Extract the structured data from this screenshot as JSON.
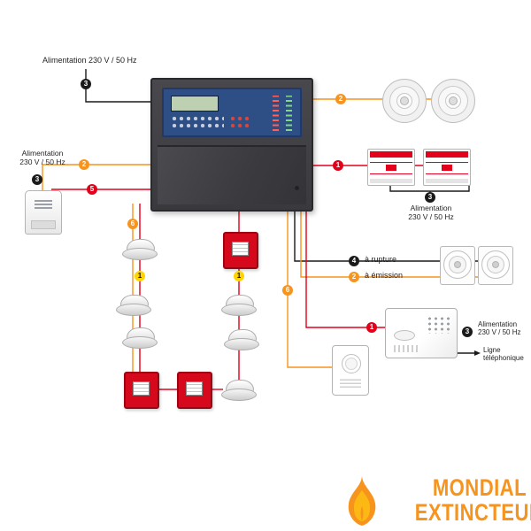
{
  "labels": {
    "power_top": "Alimentation 230 V / 50 Hz",
    "power_left": "Alimentation\n230 V / 50 Hz",
    "power_sounders": "Alimentation\n230 V / 50 Hz",
    "power_transmitter": "Alimentation\n230 V / 50 Hz",
    "phone_line": "Ligne\ntéléphonique",
    "contact_break": "à rupture",
    "contact_emission": "à émission"
  },
  "badges": [
    {
      "n": "3",
      "color": "#1a1a1a"
    },
    {
      "n": "3",
      "color": "#1a1a1a"
    },
    {
      "n": "2",
      "color": "#f7941d"
    },
    {
      "n": "5",
      "color": "#e2001a"
    },
    {
      "n": "6",
      "color": "#f7941d"
    },
    {
      "n": "1",
      "color": "#ffd400"
    },
    {
      "n": "2",
      "color": "#f7941d"
    },
    {
      "n": "1",
      "color": "#e2001a"
    },
    {
      "n": "3",
      "color": "#1a1a1a"
    },
    {
      "n": "4",
      "color": "#1a1a1a"
    },
    {
      "n": "2",
      "color": "#f7941d"
    },
    {
      "n": "6",
      "color": "#f7941d"
    },
    {
      "n": "1",
      "color": "#ffd400"
    },
    {
      "n": "1",
      "color": "#e2001a"
    },
    {
      "n": "3",
      "color": "#1a1a1a"
    }
  ],
  "logo": {
    "line1": "MONDIAL",
    "line2": "EXTINCTEUR",
    "color": "#f7941d"
  },
  "colors": {
    "wire_red": "#e2001a",
    "wire_orange": "#f7941d",
    "wire_black": "#1a1a1a",
    "panel_body": "#3c3c40",
    "panel_face": "#2e4f86",
    "callpoint_red": "#d6081c"
  }
}
